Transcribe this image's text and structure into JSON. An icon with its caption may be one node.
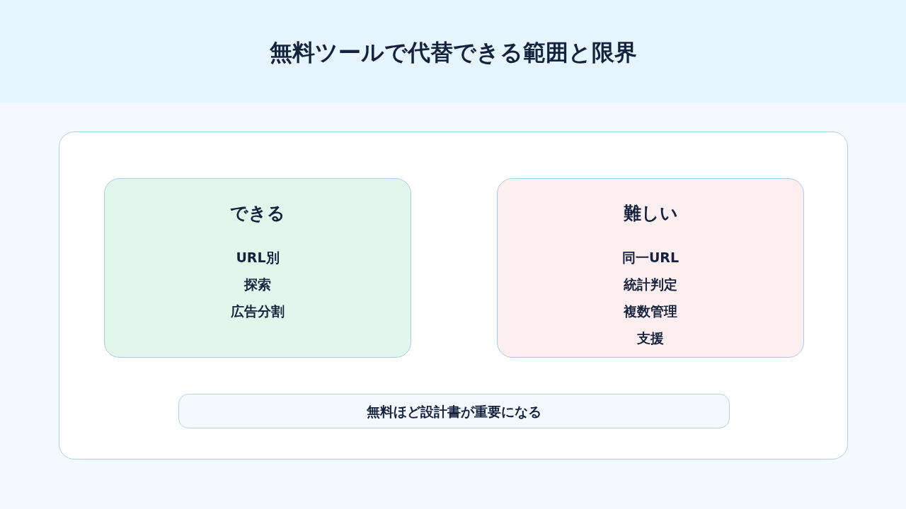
{
  "diagram": {
    "title": "無料ツールで代替できる範囲と限界",
    "nodes": [
      {
        "text": [],
        "shape": "box"
      },
      {
        "text": [
          "できる",
          "URL別",
          "探索",
          "広告分割"
        ],
        "in": 0
      },
      {
        "text": [
          "難しい",
          "同一URL",
          "統計判定",
          "複数管理",
          "支援"
        ],
        "in": 0
      },
      {
        "text": [
          "無料ほど設計書が重要になる"
        ],
        "in": 0
      }
    ]
  }
}
